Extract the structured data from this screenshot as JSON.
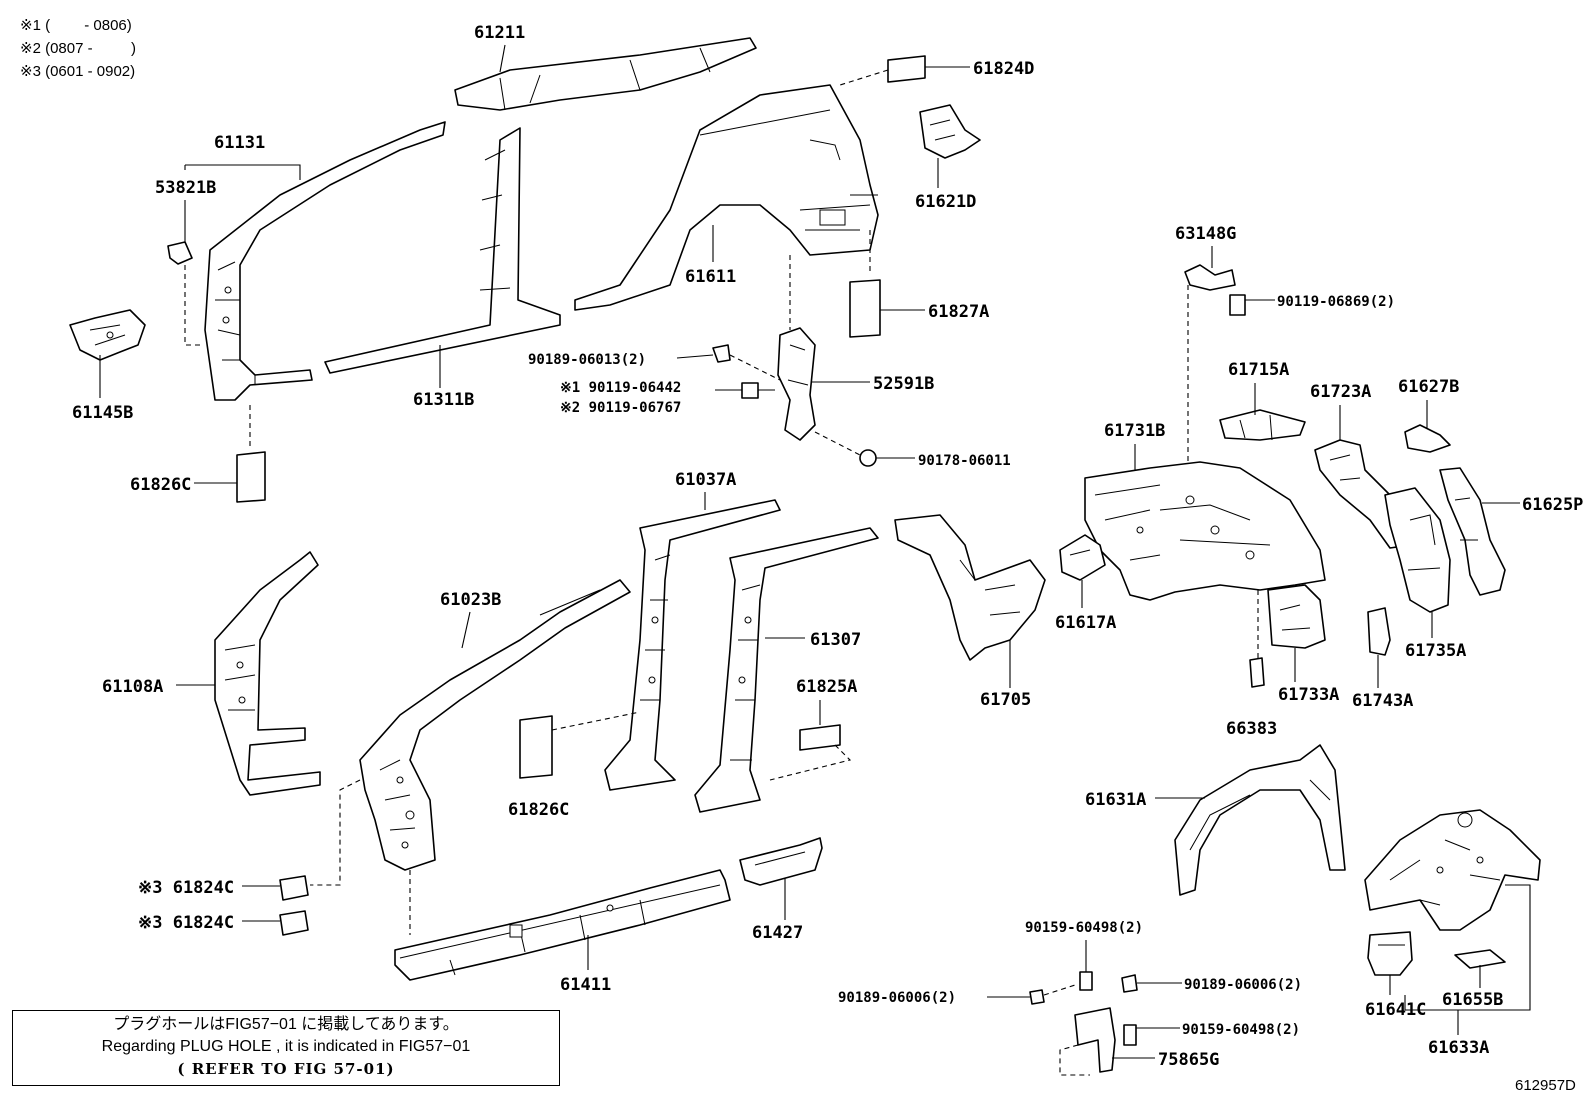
{
  "legend": [
    "※1 (　　 - 0806)",
    "※2 (0807 - 　　 )",
    "※3 (0601 - 0902)"
  ],
  "figure_id": "612957D",
  "note": {
    "line_jp": "プラグホールはFIG57−01 に掲載してあります。",
    "line_en": "Regarding PLUG HOLE , it is indicated in FIG57−01",
    "line_ref": "( REFER TO FIG 57-01)"
  },
  "parts": {
    "p61211": "61211",
    "p61824D": "61824D",
    "p61131": "61131",
    "p53821B": "53821B",
    "p61621D": "61621D",
    "p61611": "61611",
    "p61827A": "61827A",
    "p63148G": "63148G",
    "p90119_06869": "90119-06869(2)",
    "p61145B": "61145B",
    "p61311B": "61311B",
    "p90189_06013": "90189-06013(2)",
    "p90119_06442": "※1 90119-06442",
    "p90119_06767": "※2 90119-06767",
    "p52591B": "52591B",
    "p90178_06011": "90178-06011",
    "p61715A": "61715A",
    "p61723A": "61723A",
    "p61627B": "61627B",
    "p61731B": "61731B",
    "p61625P": "61625P",
    "p61826C_a": "61826C",
    "p61037A": "61037A",
    "p61617A": "61617A",
    "p61735A": "61735A",
    "p61023B": "61023B",
    "p61307": "61307",
    "p61108A": "61108A",
    "p61825A": "61825A",
    "p61705": "61705",
    "p61733A": "61733A",
    "p61743A": "61743A",
    "p66383": "66383",
    "p61826C_b": "61826C",
    "p61631A": "61631A",
    "p61824C_a": "※3 61824C",
    "p61824C_b": "※3 61824C",
    "p61427": "61427",
    "p90159_60498_a": "90159-60498(2)",
    "p90189_06006_a": "90189-06006(2)",
    "p90189_06006_b": "90189-06006(2)",
    "p90159_60498_b": "90159-60498(2)",
    "p61411": "61411",
    "p75865G": "75865G",
    "p61641C": "61641C",
    "p61655B": "61655B",
    "p61633A": "61633A"
  }
}
